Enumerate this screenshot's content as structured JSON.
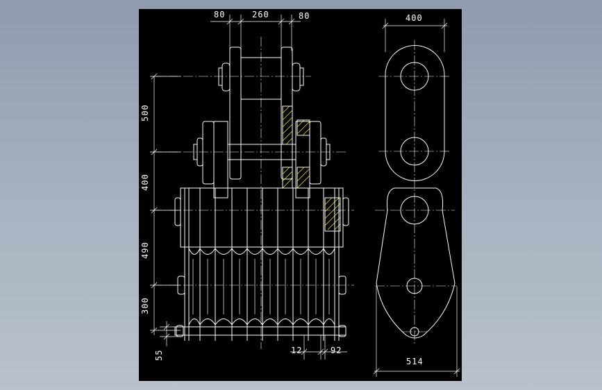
{
  "drawing": {
    "background": "#000000",
    "line_color": "#ffffff",
    "hatch_color": "#f2e52a",
    "front_view": {
      "top_dims": [
        "80",
        "260",
        "80"
      ],
      "left_dims": [
        "500",
        "400",
        "490",
        "300"
      ],
      "bottom_left_dim": "55",
      "bottom_dims": [
        "12",
        "92"
      ]
    },
    "side_view": {
      "top_dim": "400",
      "bottom_dim": "514"
    }
  }
}
